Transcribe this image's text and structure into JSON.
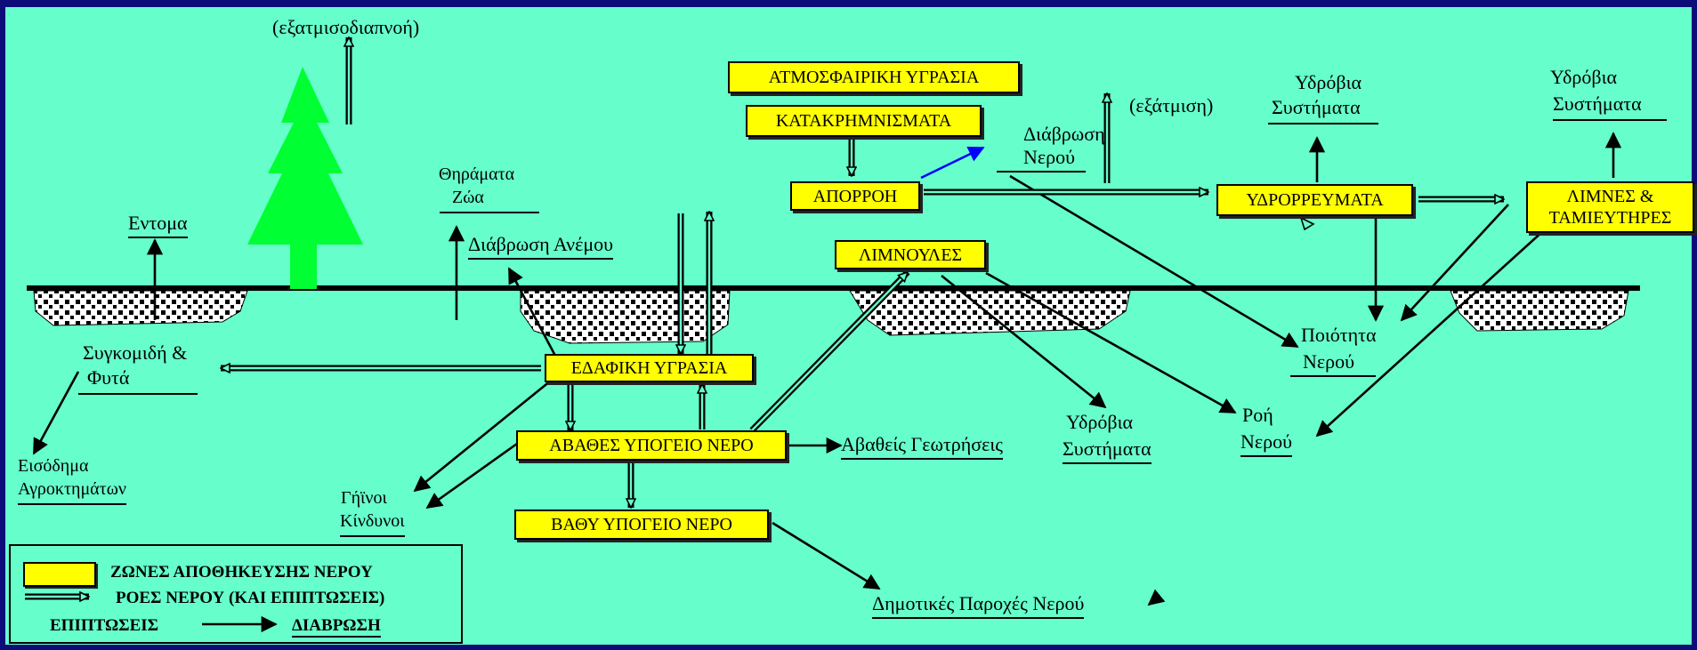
{
  "boxes": {
    "atmospheric_humidity": "ΑΤΜΟΣΦΑΙΡΙΚΗ ΥΓΡΑΣΙΑ",
    "precipitation": "ΚΑΤΑΚΡΗΜΝΙΣΜΑΤΑ",
    "runoff": "ΑΠΟΡΡΟΗ",
    "streams": "ΥΔΡΟΡΡΕΥΜΑΤΑ",
    "lakes_line1": "ΛΙΜΝΕΣ &",
    "lakes_line2": "ΤΑΜΙΕΥΤΗΡΕΣ",
    "ponds": "ΛΙΜΝΟΥΛΕΣ",
    "soil_moisture": "ΕΔΑΦΙΚΗ ΥΓΡΑΣΙΑ",
    "shallow_groundwater": "ΑΒΑΘΕΣ ΥΠΟΓΕΙΟ ΝΕΡΟ",
    "deep_groundwater": "ΒΑΘΥ ΥΠΟΓΕΙΟ ΝΕΡΟ"
  },
  "labels": {
    "evapotranspiration": "(εξατμισοδιαπνοή)",
    "evaporation": "(εξάτμιση)",
    "insects": "Εντομα",
    "game_line1": "Θηράματα",
    "game_line2": "Ζώα",
    "wind_erosion": "Διάβρωση Ανέμου",
    "water_erosion_line1": "Διάβρωση",
    "water_erosion_line2": "Νερού",
    "aquatic_1_line1": "Υδρόβια",
    "aquatic_1_line2": "Συστήματα",
    "aquatic_2_line1": "Υδρόβια",
    "aquatic_2_line2": "Συστήματα",
    "aquatic_3_line1": "Υδρόβια",
    "aquatic_3_line2": "Συστήματα",
    "harvest_line1": "Συγκομιδή &",
    "harvest_line2": "Φυτά",
    "farm_income_line1": "Εισόδημα",
    "farm_income_line2": "Αγροκτημάτων",
    "geo_hazards_line1": "Γήϊνοι",
    "geo_hazards_line2": "Κίνδυνοι",
    "shallow_wells": "Αβαθείς Γεωτρήσεις",
    "water_quality_line1": "Ποιότητα",
    "water_quality_line2": "Νερού",
    "water_flow_line1": "Ροή",
    "water_flow_line2": "Νερού",
    "municipal_supply": "Δημοτικές Παροχές Νερού"
  },
  "legend": {
    "storage_zones": "ΖΩΝΕΣ ΑΠΟΘΗΚΕΥΣΗΣ ΝΕΡΟΥ",
    "flows": "ΡΟΕΣ ΝΕΡΟΥ (ΚΑΙ ΕΠΙΠΤΩΣΕΙΣ)",
    "impacts": "ΕΠΙΠΤΩΣΕΙΣ",
    "erosion": "ΔΙΑΒΡΩΣΗ"
  },
  "colors": {
    "background": "#66ffcc",
    "frame": "#0d0d7a",
    "box_fill": "#ffff00",
    "tree": "#00ff33",
    "runoff_erosion_arrow": "#0000ff"
  }
}
